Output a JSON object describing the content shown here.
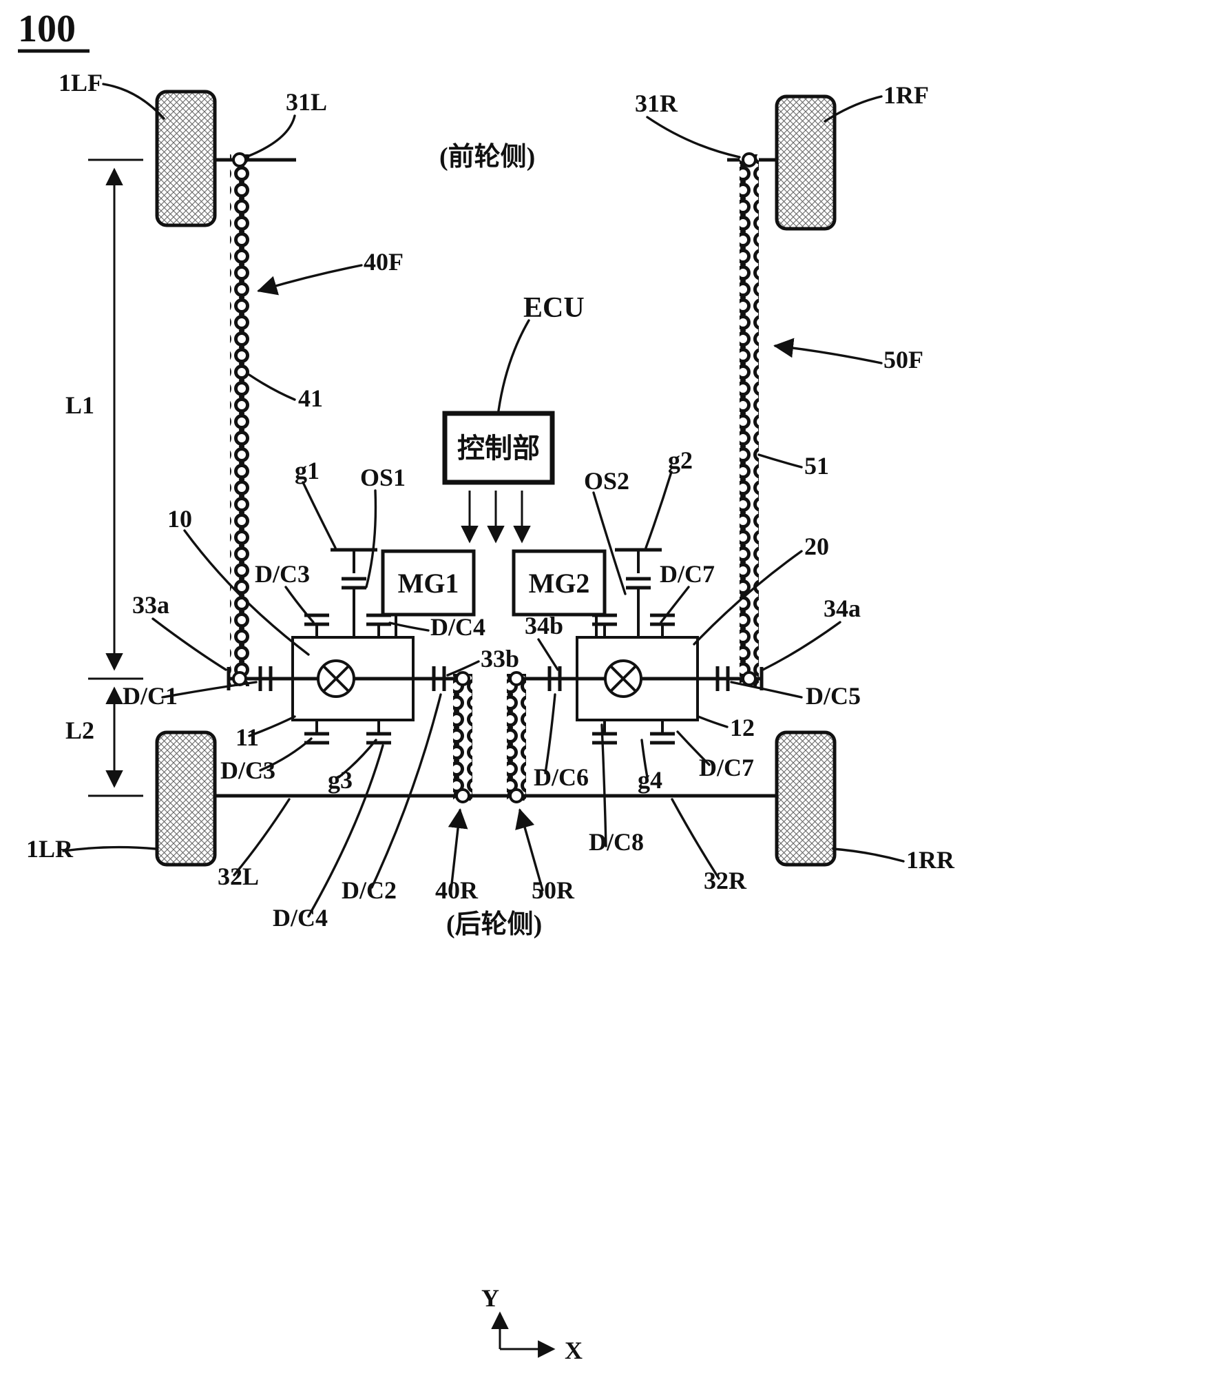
{
  "figure_number": "100",
  "annotations": {
    "front_side": "(前轮侧)",
    "rear_side": "(后轮侧)"
  },
  "blocks": {
    "ecu": "ECU",
    "control_unit": "控制部",
    "mg1": "MG1",
    "mg2": "MG2"
  },
  "labels": {
    "w1lf": "1LF",
    "w1rf": "1RF",
    "w1lr": "1LR",
    "w1rr": "1RR",
    "s31l": "31L",
    "s31r": "31R",
    "c40f": "40F",
    "c50f": "50F",
    "c40r": "40R",
    "c50r": "50R",
    "n41": "41",
    "n51": "51",
    "dim_l1": "L1",
    "dim_l2": "L2",
    "g1": "g1",
    "g2": "g2",
    "g3": "g3",
    "g4": "g4",
    "os1": "OS1",
    "os2": "OS2",
    "n10": "10",
    "n11": "11",
    "n12": "12",
    "n20": "20",
    "n33a": "33a",
    "n33b": "33b",
    "n34a": "34a",
    "n34b": "34b",
    "dc1": "D/C1",
    "dc2": "D/C2",
    "dc3_top": "D/C3",
    "dc3_bot": "D/C3",
    "dc4_top": "D/C4",
    "dc4_bot": "D/C4",
    "dc5": "D/C5",
    "dc6": "D/C6",
    "dc7_top": "D/C7",
    "dc7_bot": "D/C7",
    "dc8": "D/C8",
    "s32l": "32L",
    "s32r": "32R"
  },
  "axes": {
    "x": "X",
    "y": "Y"
  }
}
